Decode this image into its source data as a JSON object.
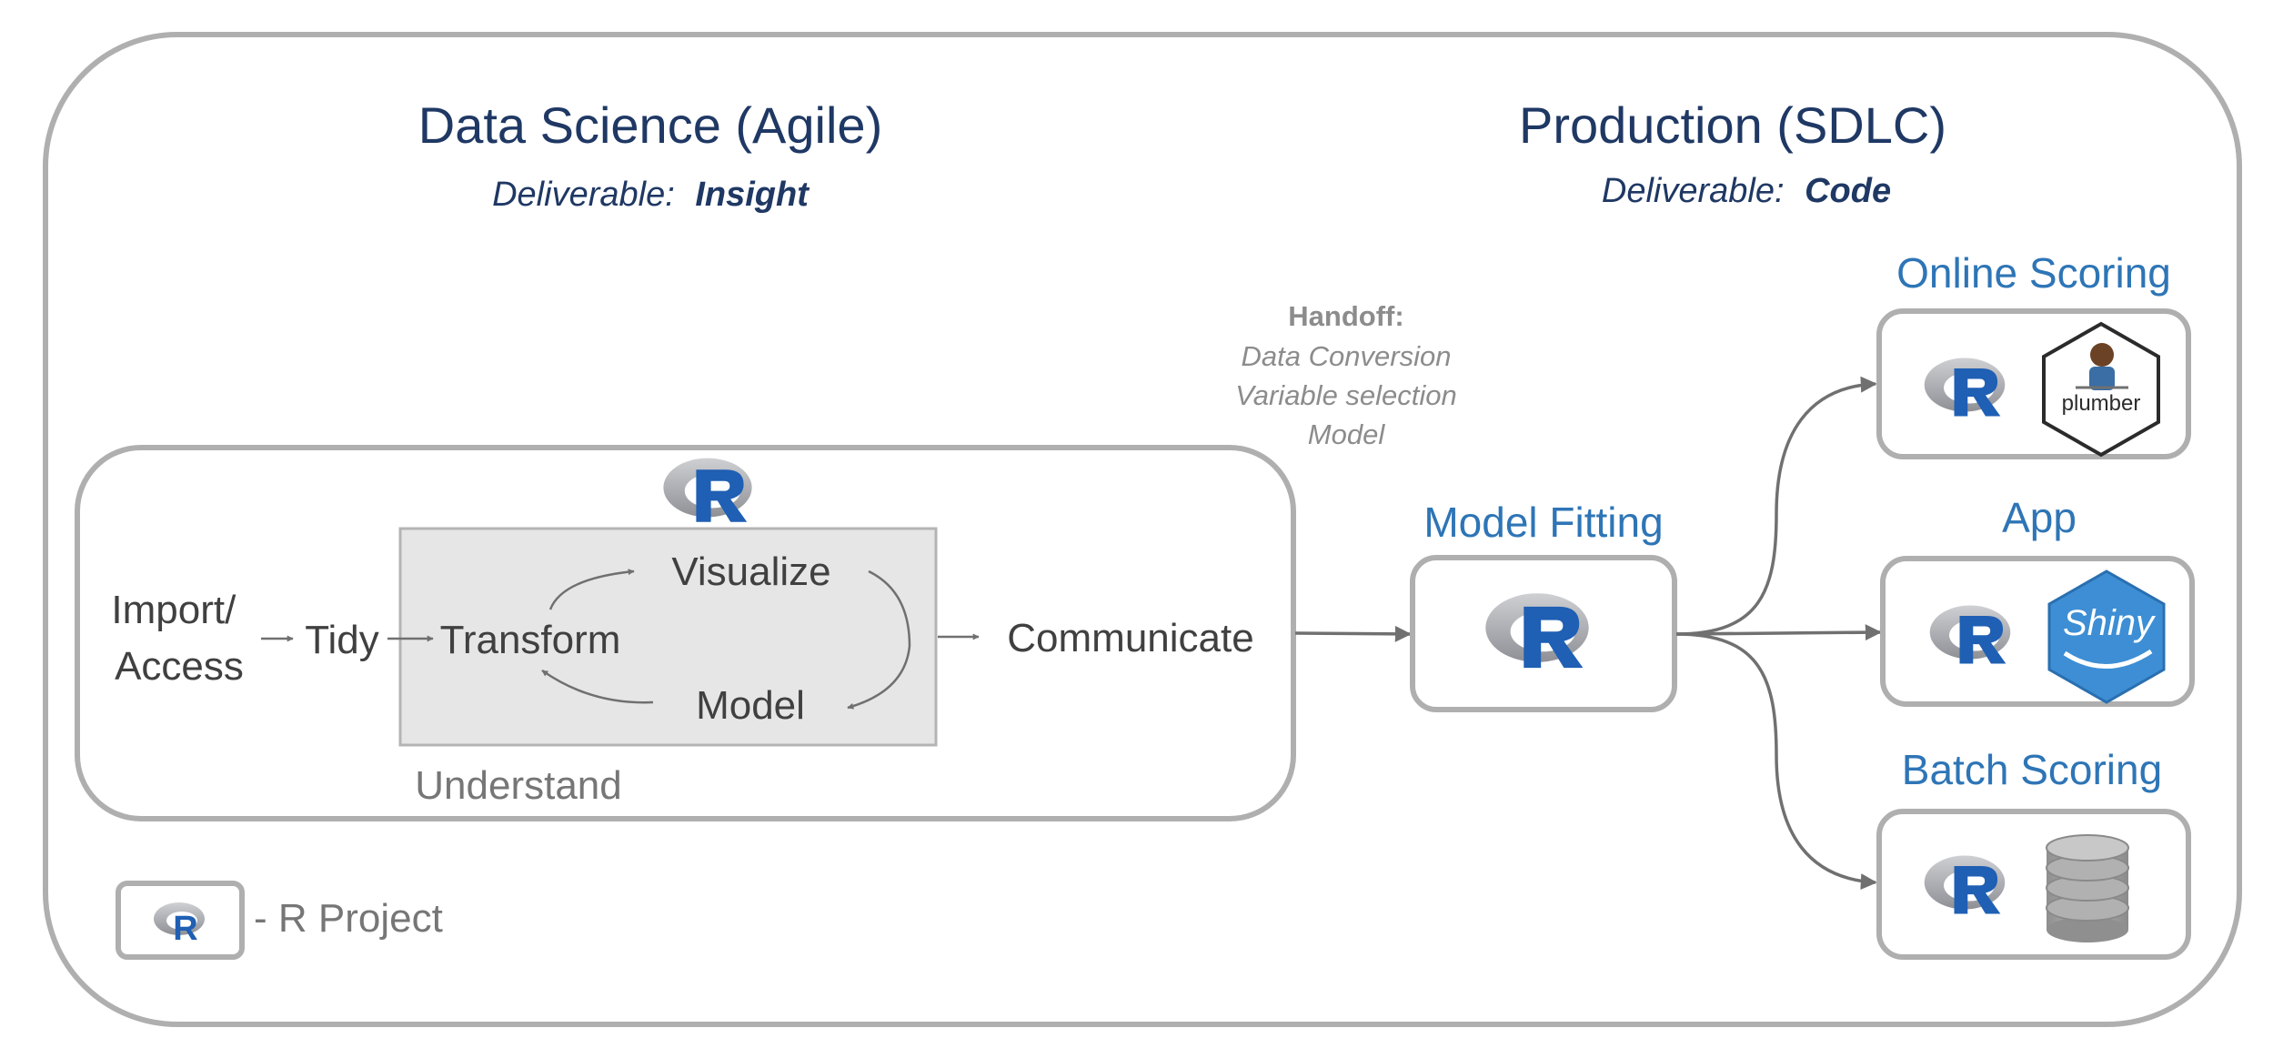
{
  "left": {
    "title": "Data Science (Agile)",
    "deliverable_label": "Deliverable:",
    "deliverable_value": "Insight"
  },
  "right": {
    "title": "Production (SDLC)",
    "deliverable_label": "Deliverable:",
    "deliverable_value": "Code"
  },
  "workflow": {
    "import_line1": "Import/",
    "import_line2": "Access",
    "tidy": "Tidy",
    "transform": "Transform",
    "visualize": "Visualize",
    "model": "Model",
    "understand": "Understand",
    "communicate": "Communicate"
  },
  "handoff": {
    "title": "Handoff:",
    "items": [
      "Data Conversion",
      "Variable selection",
      "Model"
    ]
  },
  "model_fitting": {
    "label": "Model Fitting"
  },
  "targets": [
    {
      "label": "Online Scoring",
      "badge": "plumber"
    },
    {
      "label": "App",
      "badge": "Shiny"
    },
    {
      "label": "Batch Scoring",
      "badge": "database"
    }
  ],
  "legend": {
    "text": "- R Project",
    "r_letter": "R"
  },
  "colors": {
    "title": "#1f3864",
    "accent_blue": "#2e75b6",
    "r_blue": "#1f5fb4",
    "border_gray": "#afafaf",
    "shiny_blue": "#3d8ed4"
  }
}
